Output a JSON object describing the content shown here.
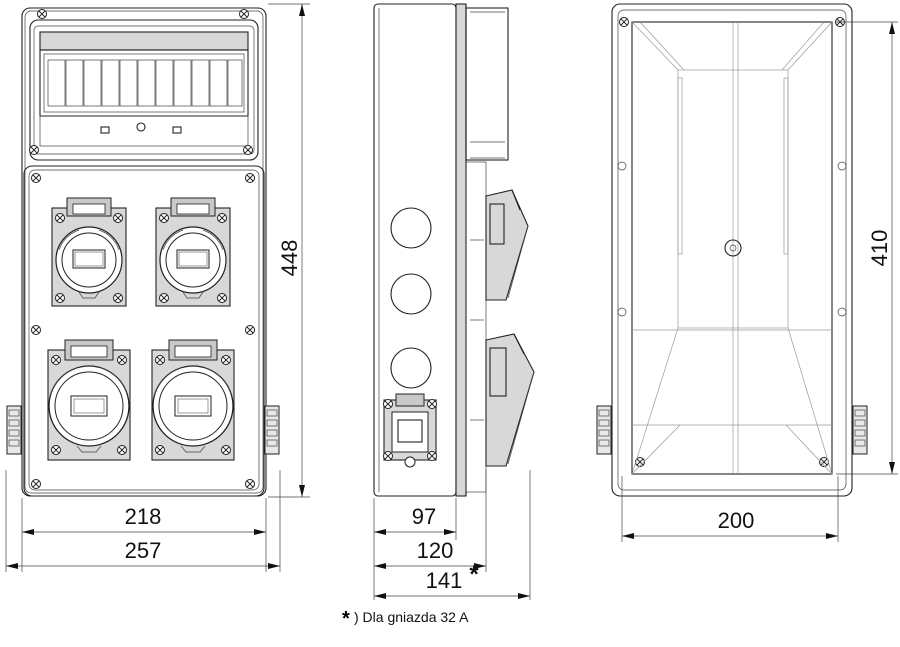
{
  "dimensions": {
    "front_inner_width": "218",
    "front_outer_width": "257",
    "front_height": "448",
    "side_depth_body": "97",
    "side_depth_total": "120",
    "side_depth_socket": "141",
    "side_depth_socket_mark": "*",
    "back_width": "200",
    "back_height": "410"
  },
  "footnote": {
    "mark": "*",
    "text": ") Dla gniazda 32 A"
  }
}
